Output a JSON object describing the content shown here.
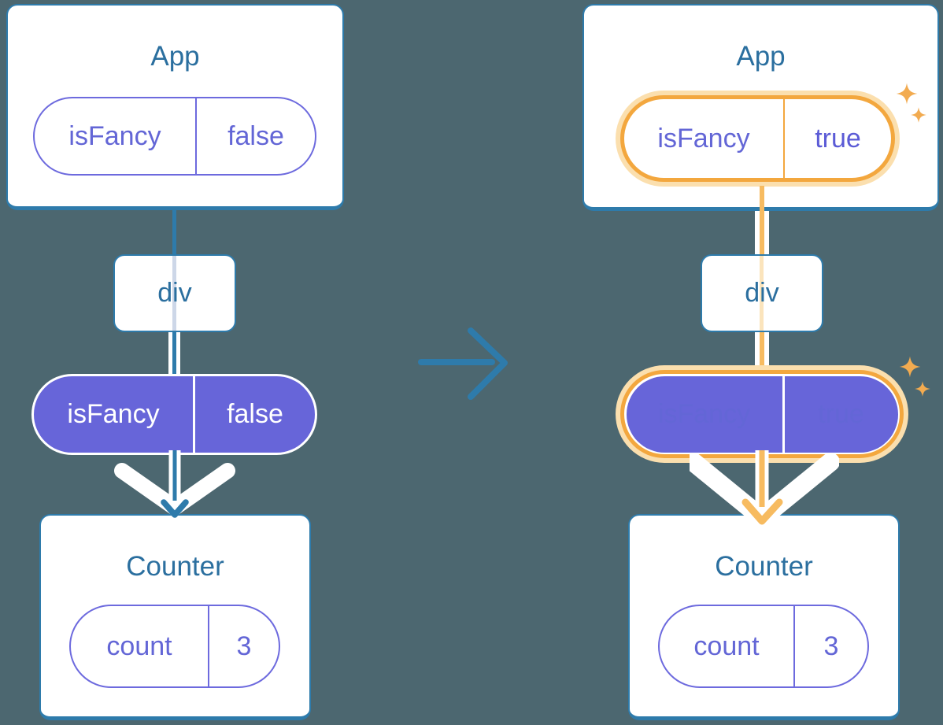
{
  "diagram": {
    "description": "Passing a prop down a component tree: before and after state change",
    "transition": "before-to-after"
  },
  "colors": {
    "background": "#4c6770",
    "card_fill": "#ffffff",
    "stroke_blue": "#2e7bab",
    "title_text": "#2b6f9f",
    "purple_fill": "#6765d9",
    "purple_stroke": "#6d6ade",
    "purple_text": "#6366d6",
    "purple_value_bold": "#5b5bd6",
    "orange_stroke": "#f3a73e",
    "orange_glow": "#fbdfae",
    "orange_line": "#f7bb60",
    "sparkle": "#f2ab50",
    "inner_line_blue": "#cdd7e8",
    "inner_line_orange": "#fbe4bc"
  },
  "before": {
    "app": {
      "title": "App",
      "prop": {
        "name": "isFancy",
        "value": "false"
      }
    },
    "wrapper": {
      "label": "div"
    },
    "passed_prop": {
      "name": "isFancy",
      "value": "false"
    },
    "counter": {
      "title": "Counter",
      "state": {
        "name": "count",
        "value": "3"
      }
    }
  },
  "after": {
    "app": {
      "title": "App",
      "prop": {
        "name": "isFancy",
        "value": "true"
      }
    },
    "wrapper": {
      "label": "div"
    },
    "passed_prop": {
      "name": "isFancy",
      "value": "true"
    },
    "counter": {
      "title": "Counter",
      "state": {
        "name": "count",
        "value": "3"
      }
    }
  }
}
